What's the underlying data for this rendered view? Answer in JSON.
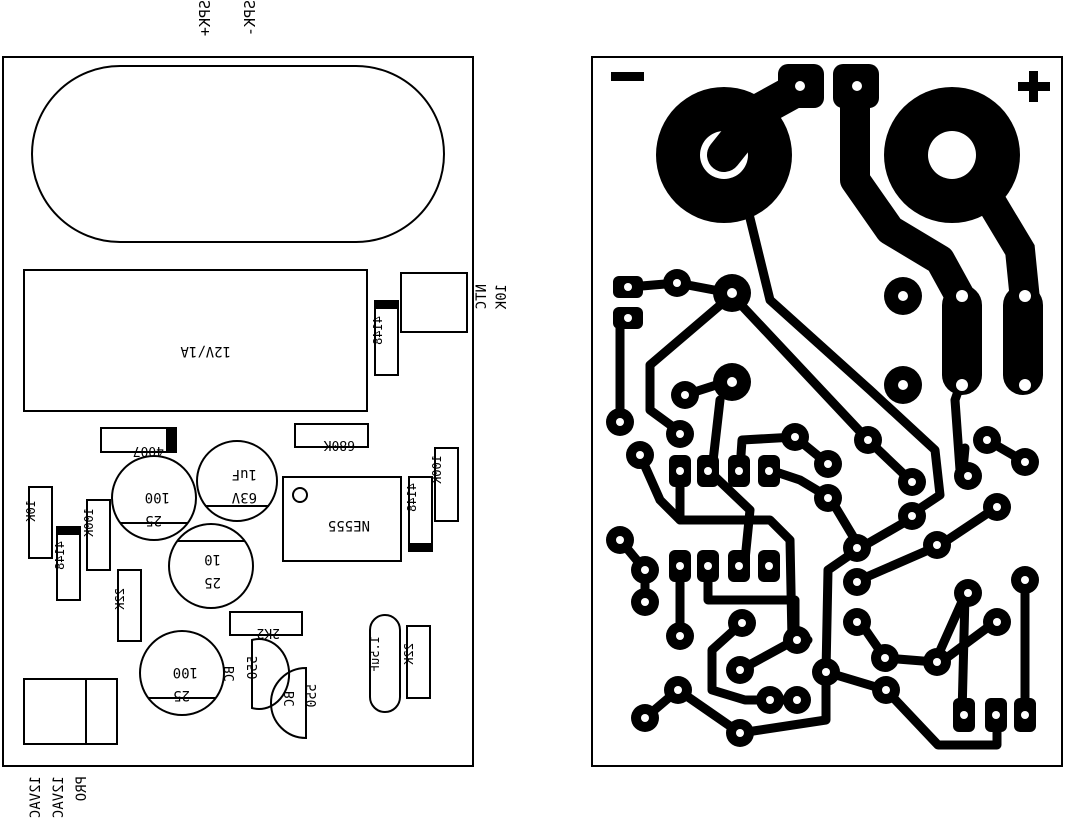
{
  "connectors": {
    "speaker_pos": "SPK+",
    "speaker_neg": "SPK-",
    "ac_in_1": "12VAC",
    "ac_in_2": "12VAC",
    "prot": "PRO"
  },
  "ntc": {
    "value": "10K",
    "type": "NTC"
  },
  "components": {
    "transformer": "12V/1A",
    "d_top": "4148",
    "d_left": "4148",
    "d_right": "4148",
    "d_1n": "4007",
    "r_680k": "680K",
    "r_10k": "10K",
    "r_100k_left": "100K",
    "r_100k_right": "100K",
    "r_22k_left": "22K",
    "r_22k_right": "22K",
    "r_2k2": "2K2",
    "ic": "NE555",
    "c1_val": "100",
    "c1_v": "25",
    "c2_val": "1uF",
    "c2_v": "63V",
    "c3_val": "10",
    "c3_v": "25",
    "c4_val": "100",
    "c4_v": "25",
    "c5": "1.5uF",
    "t1_a": "BC",
    "t1_b": "550",
    "t2_a": "BC",
    "t2_b": "550"
  },
  "pcb": {
    "minus": "−",
    "plus": "+"
  },
  "colors": {
    "ink": "#000000",
    "paper": "#ffffff"
  }
}
